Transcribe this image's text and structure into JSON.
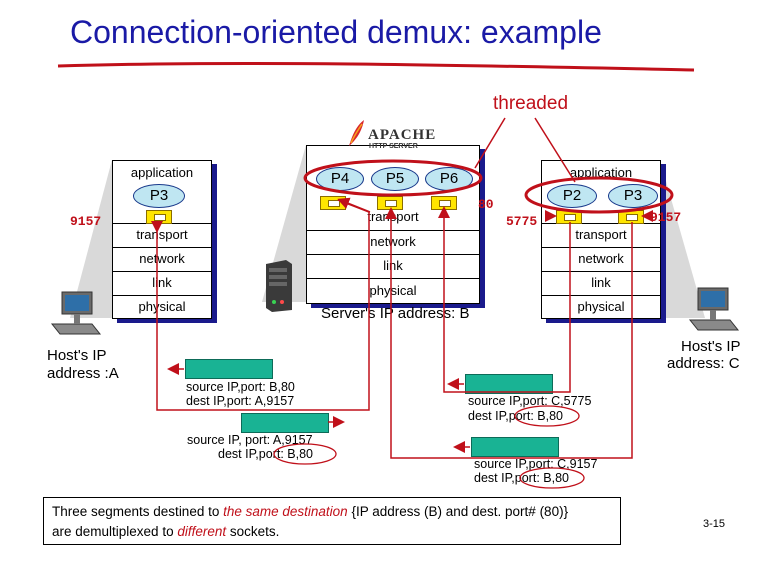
{
  "title": "Connection-oriented demux: example",
  "threaded_label": "threaded",
  "apache_logo": {
    "name": "APACHE",
    "sub": "HTTP SERVER"
  },
  "layers": [
    "application",
    "transport",
    "network",
    "link",
    "physical"
  ],
  "host_a": {
    "process": "P3",
    "port": "9157",
    "caption_line1": "Host's IP",
    "caption_line2": "address :A"
  },
  "server": {
    "processes": [
      "P4",
      "P5",
      "P6"
    ],
    "port": "80",
    "caption": "Server's IP address: B"
  },
  "host_c": {
    "processes": [
      "P2",
      "P3"
    ],
    "port_left": "5775",
    "port_right": "9157",
    "caption_line1": "Host's IP",
    "caption_line2": "address: C"
  },
  "segments": [
    {
      "line1": "source IP,port: B,80",
      "line2": "dest IP,port: A,9157"
    },
    {
      "line1": "source IP, port: A,9157",
      "line2_prefix": "dest IP,",
      "line2_circled": "port: B,80"
    },
    {
      "line1": "source IP,port: C,5775",
      "line2_prefix": "dest IP,",
      "line2_circled": "port: B,80"
    },
    {
      "line1": "source IP,port: C,9157",
      "line2_prefix": "dest IP,",
      "line2_circled": "port: B,80"
    }
  ],
  "note": {
    "part1": "Three segments destined to ",
    "part2": "the same destination",
    "part3": " {IP address (B) and dest. port# (80)}",
    "part4": "are demultiplexed to ",
    "part5": "different",
    "part6": " sockets."
  },
  "slide_number": "3-15",
  "colors": {
    "title": "#1a1aa6",
    "accent_red": "#c0101a",
    "segment": "#19b394",
    "process": "#bfe6f2",
    "socket": "#ffe500",
    "stack_shadow": "#1a1a8c"
  }
}
